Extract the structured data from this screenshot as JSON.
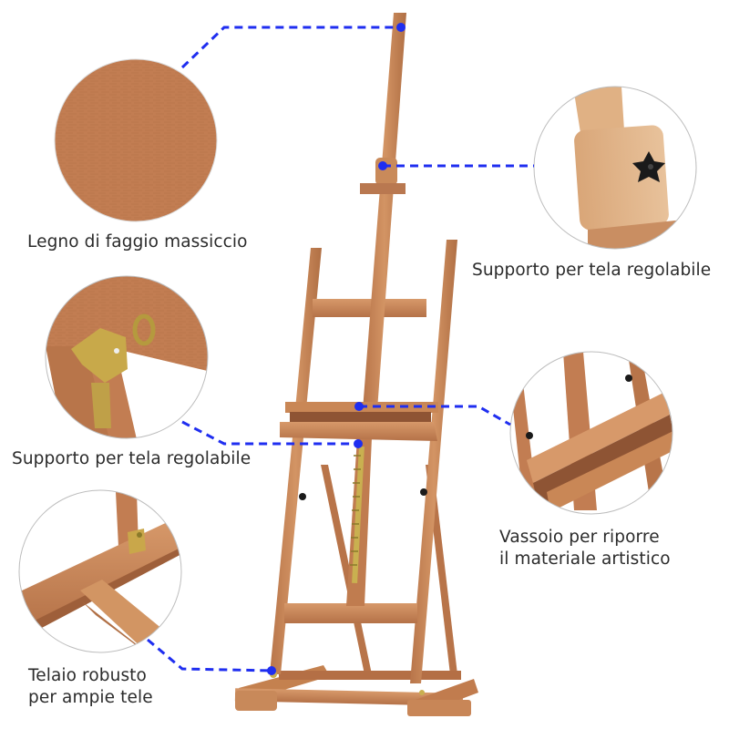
{
  "product": {
    "name": "wooden-h-frame-easel",
    "wood_color": "#C98A5C",
    "accent_color": "#1F2EF0"
  },
  "callouts": [
    {
      "id": "solid-beech",
      "label_lines": [
        "Legno di faggio massiccio"
      ],
      "detail": "wood-grain-texture"
    },
    {
      "id": "canvas-holder-top",
      "label_lines": [
        "Supporto per tela regolabile"
      ],
      "detail": "knob-clamp"
    },
    {
      "id": "canvas-holder-hinge",
      "label_lines": [
        "Supporto per tela regolabile"
      ],
      "detail": "metal-hinge-bracket"
    },
    {
      "id": "tray",
      "label_lines": [
        "Vassoio per riporre",
        "il materiale artistico"
      ],
      "detail": "storage-tray"
    },
    {
      "id": "frame",
      "label_lines": [
        "Telaio robusto",
        "per ampie tele"
      ],
      "detail": "base-frame-joint"
    }
  ]
}
